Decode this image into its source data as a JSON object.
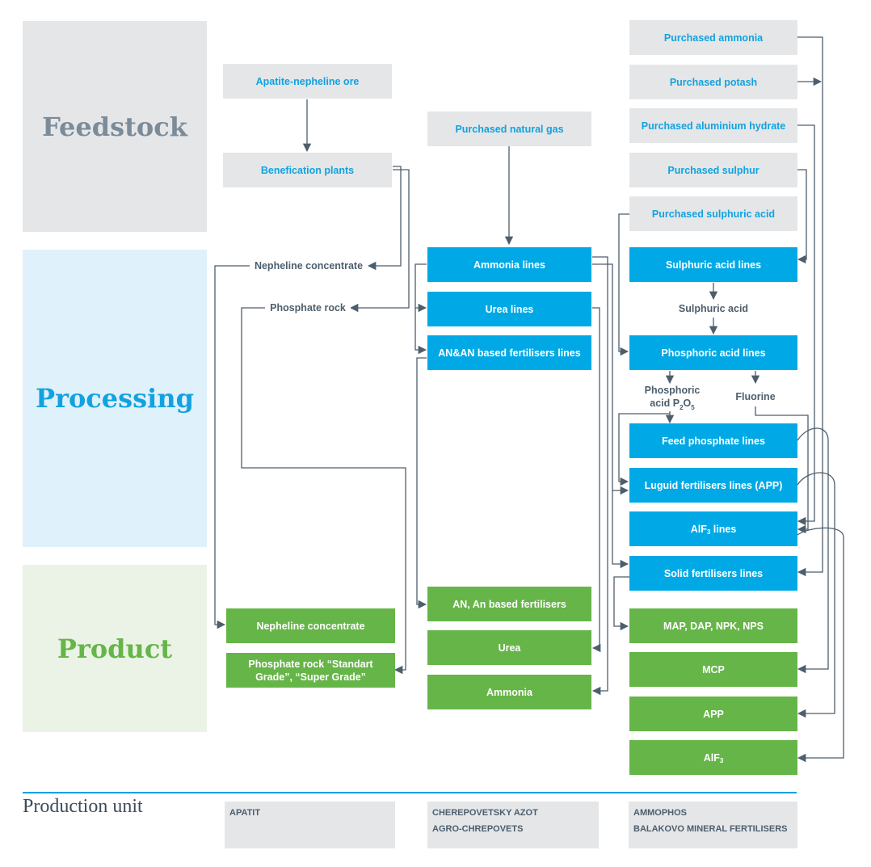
{
  "sections": {
    "feedstock": "Feedstock",
    "processing": "Processing",
    "product": "Product"
  },
  "feedstock": {
    "apatite_ore": "Apatite-nepheline ore",
    "benefication": "Benefication plants",
    "natural_gas": "Purchased natural gas",
    "ammonia": "Purchased ammonia",
    "potash": "Purchased potash",
    "aluminium_hydrate": "Purchased aluminium hydrate",
    "sulphur": "Purchased sulphur",
    "sulphuric_acid": "Purchased sulphuric acid"
  },
  "intermediate": {
    "nepheline_concentrate": "Nepheline concentrate",
    "phosphate_rock": "Phosphate rock",
    "sulphuric_acid": "Sulphuric acid",
    "phosphoric_acid_prefix": "Phosphoric acid P",
    "phosphoric_sub_2": "2",
    "phosphoric_O": "O",
    "phosphoric_sub_5": "5",
    "fluorine": "Fluorine"
  },
  "processing": {
    "ammonia_lines": "Ammonia lines",
    "urea_lines": "Urea lines",
    "an_lines": "AN&AN based fertilisers lines",
    "sulphuric_acid_lines": "Sulphuric acid lines",
    "phosphoric_acid_lines": "Phosphoric acid lines",
    "feed_phosphate_lines": "Feed phosphate lines",
    "liquid_fertilisers_lines": "Luguid fertilisers lines (APP)",
    "alf3_lines_prefix": "AlF",
    "alf3_lines_sub": "3",
    "alf3_lines_suffix": " lines",
    "solid_fertilisers_lines": "Solid fertilisers lines"
  },
  "products": {
    "nepheline_concentrate": "Nepheline concentrate",
    "phosphate_rock": "Phosphate rock “Standart Grade”, “Super Grade”",
    "an_fertilisers": "AN, An based fertilisers",
    "urea": "Urea",
    "ammonia": "Ammonia",
    "map_dap": "MAP, DAP, NPK, NPS",
    "mcp": "MCP",
    "app": "APP",
    "alf3_prefix": "AlF",
    "alf3_sub": "3"
  },
  "production_unit": {
    "title": "Production unit",
    "apatit": "APATIT",
    "cherepovetsky": "CHEREPOVETSKY AZOT",
    "agro": "AGRO-CHREPOVETS",
    "ammophos": "AMMOPHOS",
    "balakovo": "BALAKOVO MINERAL FERTILISERS"
  },
  "colors": {
    "feedstock_bg": "#e4e6e8",
    "processing_bg": "#dff1fb",
    "product_bg": "#eaf3e6",
    "process_box": "#00a9e6",
    "product_box": "#66b548",
    "connector": "#4d5e6c"
  }
}
